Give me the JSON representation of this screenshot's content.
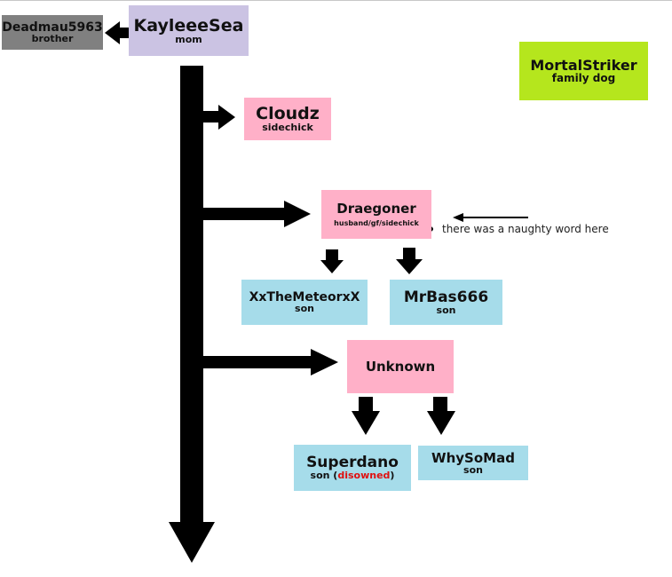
{
  "nodes": {
    "mom": {
      "name": "KayleeeSea",
      "role": "mom"
    },
    "brother": {
      "name": "Deadmau5963",
      "role": "brother"
    },
    "dog": {
      "name": "MortalStriker",
      "role": "family dog"
    },
    "cloudz": {
      "name": "Cloudz",
      "role": "sidechick"
    },
    "draegoner": {
      "name": "Draegoner",
      "role": "husband/gf/sidechick"
    },
    "meteor": {
      "name": "XxTheMeteorxX",
      "role": "son"
    },
    "mrbas": {
      "name": "MrBas666",
      "role": "son"
    },
    "unknown": {
      "name": "Unknown"
    },
    "superdano": {
      "name": "Superdano",
      "role_prefix": "son (",
      "role_highlight": "disowned",
      "role_suffix": ")"
    },
    "whysomad": {
      "name": "WhySoMad",
      "role": "son"
    }
  },
  "annotation": {
    "text": "there was a naughty word here"
  },
  "colors": {
    "mom": "#cbc3e3",
    "brother": "#808080",
    "dog": "#b5e61d",
    "partner": "#ffb0c8",
    "son": "#a6dcea",
    "arrow": "#000000",
    "highlight": "#e01010"
  }
}
